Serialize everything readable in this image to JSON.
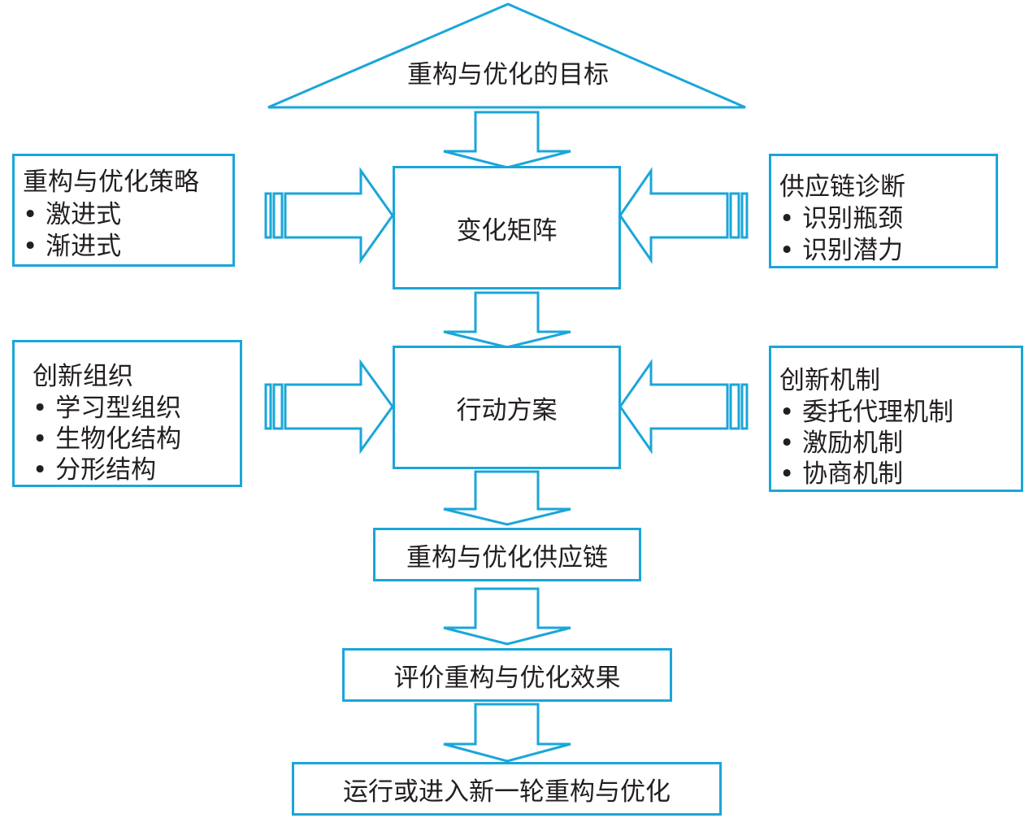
{
  "goal": {
    "label": "重构与优化的目标"
  },
  "matrix": {
    "label": "变化矩阵"
  },
  "action": {
    "label": "行动方案"
  },
  "result": {
    "label": "重构与优化供应链"
  },
  "evaluate": {
    "label": "评价重构与优化效果"
  },
  "next": {
    "label": "运行或进入新一轮重构与优化"
  },
  "strategy": {
    "title": "重构与优化策略",
    "items": [
      "• 激进式",
      "• 渐进式"
    ]
  },
  "diagnosis": {
    "title": "供应链诊断",
    "items": [
      "• 识别瓶颈",
      "• 识别潜力"
    ]
  },
  "organization": {
    "title": "创新组织",
    "items": [
      "• 学习型组织",
      "• 生物化结构",
      "• 分形结构"
    ]
  },
  "mechanism": {
    "title": "创新机制",
    "items": [
      "• 委托代理机制",
      "• 激励机制",
      "• 协商机制"
    ]
  },
  "colors": {
    "stroke": "#1aa6d9",
    "text": "#231f20",
    "background": "#ffffff"
  }
}
